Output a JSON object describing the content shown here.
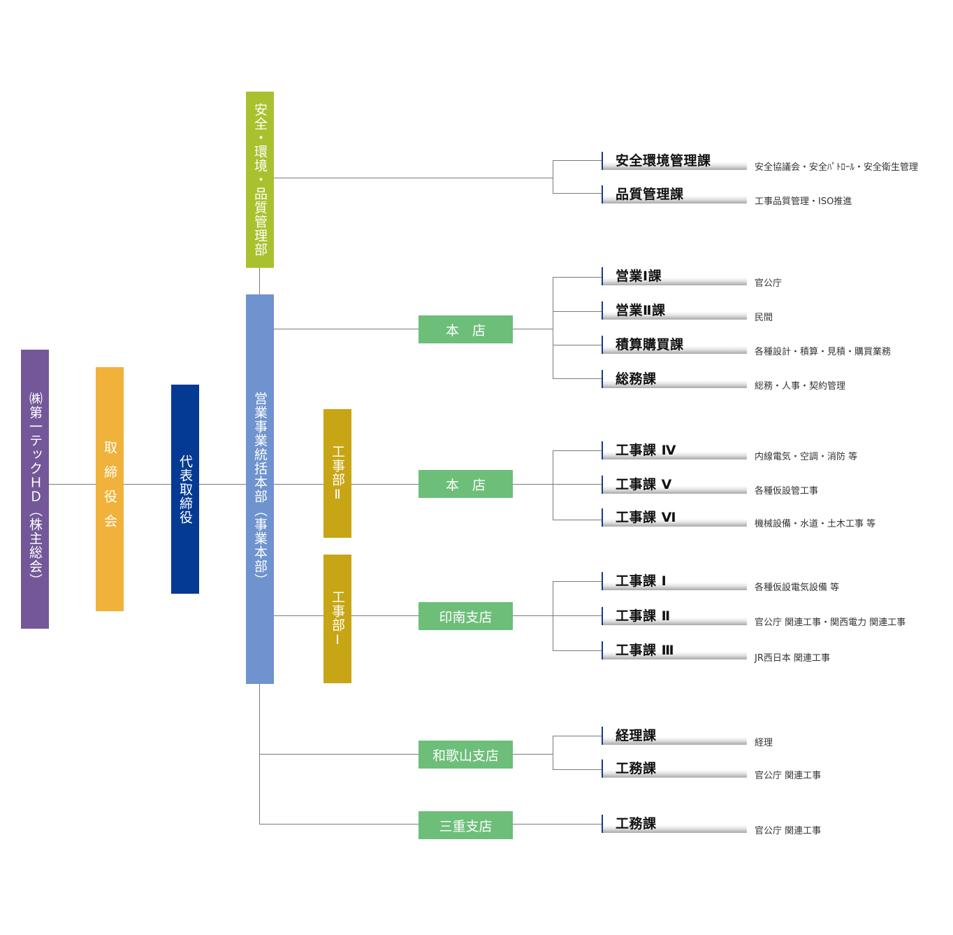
{
  "colors": {
    "holding": "#735799",
    "board": "#f0b23a",
    "president": "#043a94",
    "safety_dept": "#a9c12e",
    "business_hq": "#6e93ce",
    "construction_dept": "#c8a514",
    "branch": "#6dbe79",
    "section_bar": "#17378f",
    "connector": "#7a7a7a"
  },
  "top_chain": {
    "holding": "㈱第一テックＨＤ（株主総会）",
    "board": "取締役会",
    "president": "代表取締役"
  },
  "departments": {
    "safety": "安全・環境・品質管理部",
    "business_hq": "営業事業統括本部（事業本部）",
    "construction_2": "工事部Ⅱ",
    "construction_1": "工事部Ⅰ"
  },
  "branches": [
    {
      "label": "本　店"
    },
    {
      "label": "本　店"
    },
    {
      "label": "印南支店"
    },
    {
      "label": "和歌山支店"
    },
    {
      "label": "三重支店"
    }
  ],
  "sections": [
    {
      "group": "safety",
      "label": "安全環境管理課",
      "desc": "安全協議会・安全ﾊﾟﾄﾛｰﾙ・安全衛生管理"
    },
    {
      "group": "safety",
      "label": "品質管理課",
      "desc": "工事品質管理・ISO推進"
    },
    {
      "group": "honten_sales",
      "label": "営業Ⅰ課",
      "desc": "官公庁"
    },
    {
      "group": "honten_sales",
      "label": "営業Ⅱ課",
      "desc": "民間"
    },
    {
      "group": "honten_sales",
      "label": "積算購買課",
      "desc": "各種設計・積算・見積・購買業務"
    },
    {
      "group": "honten_sales",
      "label": "総務課",
      "desc": "総務・人事・契約管理"
    },
    {
      "group": "honten_construction",
      "label": "工事課 Ⅳ",
      "desc": "内線電気・空調・消防 等"
    },
    {
      "group": "honten_construction",
      "label": "工事課 Ⅴ",
      "desc": "各種仮設管工事"
    },
    {
      "group": "honten_construction",
      "label": "工事課 Ⅵ",
      "desc": "機械設備・水道・土木工事 等"
    },
    {
      "group": "inami",
      "label": "工事課 Ⅰ",
      "desc": "各種仮設電気設備 等"
    },
    {
      "group": "inami",
      "label": "工事課 Ⅱ",
      "desc": "官公庁 関連工事・関西電力 関連工事"
    },
    {
      "group": "inami",
      "label": "工事課 Ⅲ",
      "desc": "JR西日本 関連工事"
    },
    {
      "group": "wakayama",
      "label": "経理課",
      "desc": "経理"
    },
    {
      "group": "wakayama",
      "label": "工務課",
      "desc": "官公庁 関連工事"
    },
    {
      "group": "mie",
      "label": "工務課",
      "desc": "官公庁 関連工事"
    }
  ]
}
